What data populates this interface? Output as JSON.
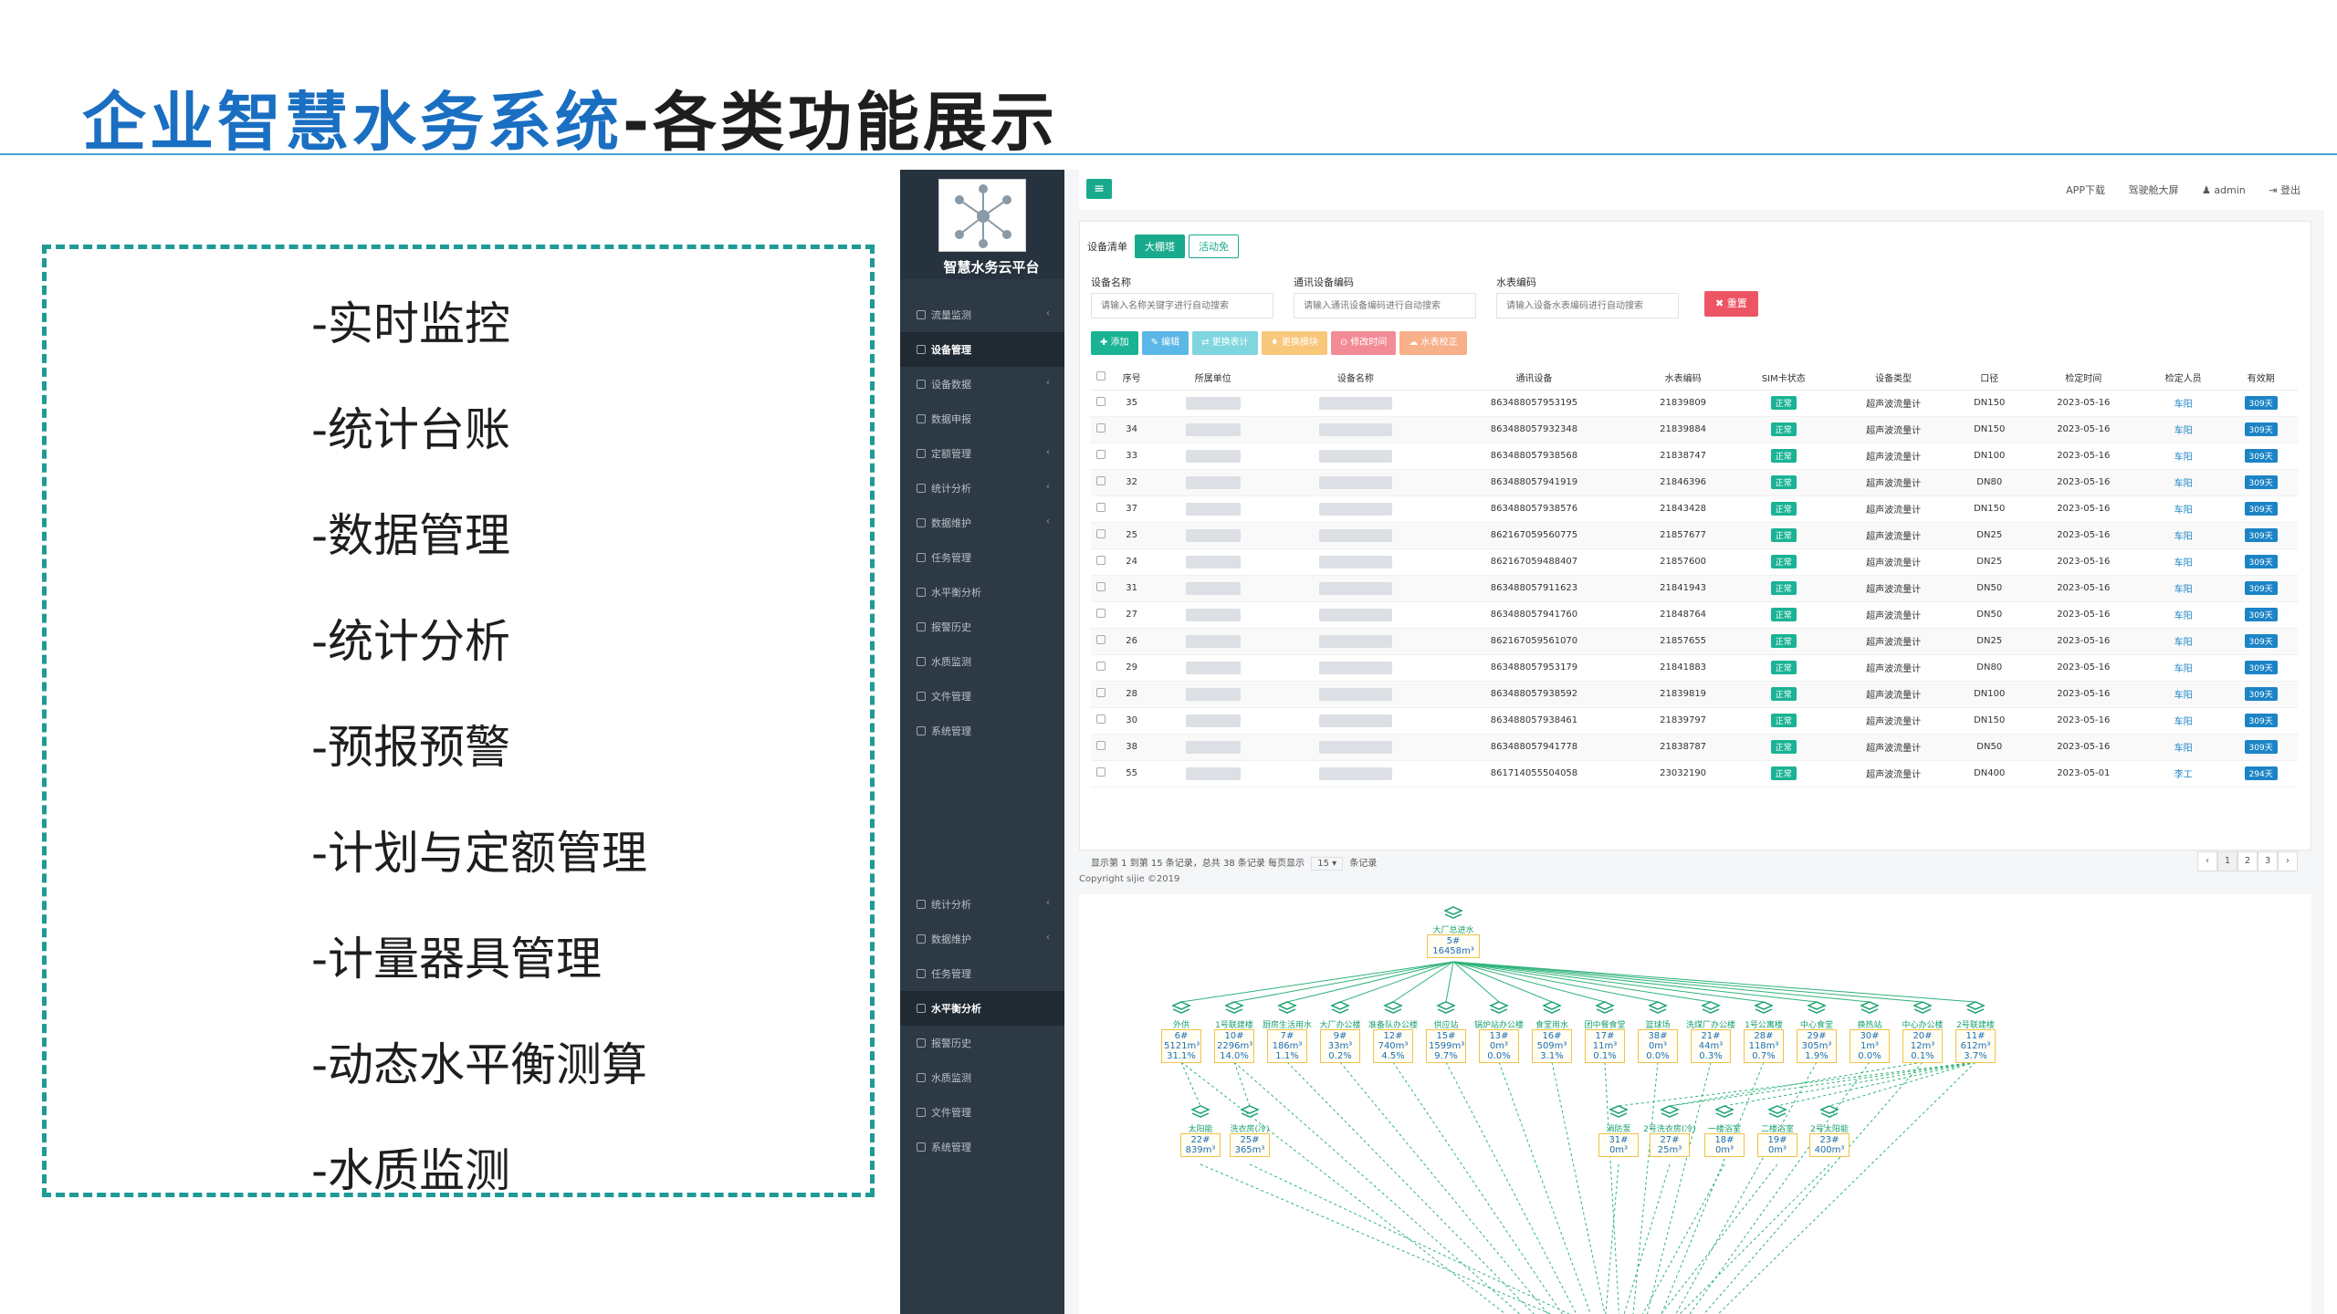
{
  "slide": {
    "title_part1": "企业智慧水务系统",
    "title_part2": "-各类功能展示",
    "features": [
      "-实时监控",
      "-统计台账",
      "-数据管理",
      "-统计分析",
      "-预报预警",
      "-计划与定额管理",
      "-计量器具管理",
      "-动态水平衡测算",
      "-水质监测"
    ]
  },
  "app": {
    "logo_text": "智慧水务云平台",
    "sidebar": [
      {
        "label": "流量监测",
        "chev": "‹"
      },
      {
        "label": "设备管理",
        "chev": "",
        "active": true
      },
      {
        "label": "设备数据",
        "chev": "‹"
      },
      {
        "label": "数据申报",
        "chev": ""
      },
      {
        "label": "定额管理",
        "chev": "‹"
      },
      {
        "label": "统计分析",
        "chev": "‹"
      },
      {
        "label": "数据维护",
        "chev": "‹"
      },
      {
        "label": "任务管理",
        "chev": ""
      },
      {
        "label": "水平衡分析",
        "chev": ""
      },
      {
        "label": "报警历史",
        "chev": ""
      },
      {
        "label": "水质监测",
        "chev": ""
      },
      {
        "label": "文件管理",
        "chev": ""
      },
      {
        "label": "系统管理",
        "chev": ""
      }
    ],
    "sidebar2": [
      {
        "label": "统计分析",
        "chev": "‹"
      },
      {
        "label": "数据维护",
        "chev": "‹"
      },
      {
        "label": "任务管理",
        "chev": ""
      },
      {
        "label": "水平衡分析",
        "chev": "",
        "active": true
      },
      {
        "label": "报警历史",
        "chev": ""
      },
      {
        "label": "水质监测",
        "chev": ""
      },
      {
        "label": "文件管理",
        "chev": ""
      },
      {
        "label": "系统管理",
        "chev": ""
      }
    ],
    "topbar": {
      "menu": "≡",
      "app_download": "APP下载",
      "cockpit": "驾驶舱大屏",
      "user": "admin",
      "logout": "登出"
    },
    "tabs": {
      "label": "设备清单",
      "items": [
        {
          "label": "大棚塔",
          "active": true
        },
        {
          "label": "活动免",
          "active": false
        }
      ]
    },
    "filters": {
      "device_name_label": "设备名称",
      "device_name_placeholder": "请输入名称关键字进行自动搜索",
      "comm_code_label": "通讯设备编码",
      "comm_code_placeholder": "请输入通讯设备编码进行自动搜索",
      "meter_code_label": "水表编码",
      "meter_code_placeholder": "请输入设备水表编码进行自动搜索",
      "reset": "✖ 重置"
    },
    "toolbar": [
      {
        "label": "✚ 添加",
        "color": "#1ab394"
      },
      {
        "label": "✎ 编辑",
        "color": "#5bb7e6"
      },
      {
        "label": "⇄ 更换表计",
        "color": "#7fd6df"
      },
      {
        "label": "♦ 更换模块",
        "color": "#f8c77a"
      },
      {
        "label": "⊙ 修改时间",
        "color": "#f28b96"
      },
      {
        "label": "☁ 水表校正",
        "color": "#f8b08a"
      }
    ],
    "table": {
      "headers": [
        "",
        "序号",
        "所属单位",
        "设备名称",
        "通讯设备",
        "水表编码",
        "SIM卡状态",
        "设备类型",
        "口径",
        "检定时间",
        "检定人员",
        "有效期"
      ],
      "rows": [
        {
          "no": "35",
          "comm": "863488057953195",
          "meter": "21839809",
          "sim": "正常",
          "type": "超声波流量计",
          "dn": "DN150",
          "date": "2023-05-16",
          "person": "车阳",
          "valid": "309天"
        },
        {
          "no": "34",
          "comm": "863488057932348",
          "meter": "21839884",
          "sim": "正常",
          "type": "超声波流量计",
          "dn": "DN150",
          "date": "2023-05-16",
          "person": "车阳",
          "valid": "309天"
        },
        {
          "no": "33",
          "comm": "863488057938568",
          "meter": "21838747",
          "sim": "正常",
          "type": "超声波流量计",
          "dn": "DN100",
          "date": "2023-05-16",
          "person": "车阳",
          "valid": "309天"
        },
        {
          "no": "32",
          "comm": "863488057941919",
          "meter": "21846396",
          "sim": "正常",
          "type": "超声波流量计",
          "dn": "DN80",
          "date": "2023-05-16",
          "person": "车阳",
          "valid": "309天"
        },
        {
          "no": "37",
          "comm": "863488057938576",
          "meter": "21843428",
          "sim": "正常",
          "type": "超声波流量计",
          "dn": "DN150",
          "date": "2023-05-16",
          "person": "车阳",
          "valid": "309天"
        },
        {
          "no": "25",
          "comm": "862167059560775",
          "meter": "21857677",
          "sim": "正常",
          "type": "超声波流量计",
          "dn": "DN25",
          "date": "2023-05-16",
          "person": "车阳",
          "valid": "309天"
        },
        {
          "no": "24",
          "comm": "862167059488407",
          "meter": "21857600",
          "sim": "正常",
          "type": "超声波流量计",
          "dn": "DN25",
          "date": "2023-05-16",
          "person": "车阳",
          "valid": "309天"
        },
        {
          "no": "31",
          "comm": "863488057911623",
          "meter": "21841943",
          "sim": "正常",
          "type": "超声波流量计",
          "dn": "DN50",
          "date": "2023-05-16",
          "person": "车阳",
          "valid": "309天"
        },
        {
          "no": "27",
          "comm": "863488057941760",
          "meter": "21848764",
          "sim": "正常",
          "type": "超声波流量计",
          "dn": "DN50",
          "date": "2023-05-16",
          "person": "车阳",
          "valid": "309天"
        },
        {
          "no": "26",
          "comm": "862167059561070",
          "meter": "21857655",
          "sim": "正常",
          "type": "超声波流量计",
          "dn": "DN25",
          "date": "2023-05-16",
          "person": "车阳",
          "valid": "309天"
        },
        {
          "no": "29",
          "comm": "863488057953179",
          "meter": "21841883",
          "sim": "正常",
          "type": "超声波流量计",
          "dn": "DN80",
          "date": "2023-05-16",
          "person": "车阳",
          "valid": "309天"
        },
        {
          "no": "28",
          "comm": "863488057938592",
          "meter": "21839819",
          "sim": "正常",
          "type": "超声波流量计",
          "dn": "DN100",
          "date": "2023-05-16",
          "person": "车阳",
          "valid": "309天"
        },
        {
          "no": "30",
          "comm": "863488057938461",
          "meter": "21839797",
          "sim": "正常",
          "type": "超声波流量计",
          "dn": "DN150",
          "date": "2023-05-16",
          "person": "车阳",
          "valid": "309天"
        },
        {
          "no": "38",
          "comm": "863488057941778",
          "meter": "21838787",
          "sim": "正常",
          "type": "超声波流量计",
          "dn": "DN50",
          "date": "2023-05-16",
          "person": "车阳",
          "valid": "309天"
        },
        {
          "no": "55",
          "comm": "861714055504058",
          "meter": "23032190",
          "sim": "正常",
          "type": "超声波流量计",
          "dn": "DN400",
          "date": "2023-05-01",
          "person": "李工",
          "valid": "294天"
        }
      ]
    },
    "pager": {
      "info": "显示第 1 到第 15 条记录，总共 38 条记录  每页显示",
      "page_size": "15 ▾",
      "suffix": "条记录",
      "pages": [
        "‹",
        "1",
        "2",
        "3",
        "›"
      ]
    },
    "copyright": "Copyright sijie ©2019",
    "diagram": {
      "root": {
        "name": "大厂总进水",
        "line1": "5#",
        "line2": "16458m³"
      },
      "level1": [
        {
          "name": "外供",
          "l1": "6#",
          "l2": "5121m³",
          "l3": "31.1%"
        },
        {
          "name": "1号联建楼",
          "l1": "10#",
          "l2": "2296m³",
          "l3": "14.0%"
        },
        {
          "name": "厨房生活用水",
          "l1": "7#",
          "l2": "186m³",
          "l3": "1.1%"
        },
        {
          "name": "大厂办公楼",
          "l1": "9#",
          "l2": "33m³",
          "l3": "0.2%"
        },
        {
          "name": "准备队办公楼",
          "l1": "12#",
          "l2": "740m³",
          "l3": "4.5%"
        },
        {
          "name": "供应站",
          "l1": "15#",
          "l2": "1599m³",
          "l3": "9.7%"
        },
        {
          "name": "锅炉站办公楼",
          "l1": "13#",
          "l2": "0m³",
          "l3": "0.0%"
        },
        {
          "name": "食堂用水",
          "l1": "16#",
          "l2": "509m³",
          "l3": "3.1%"
        },
        {
          "name": "团中餐食堂",
          "l1": "17#",
          "l2": "11m³",
          "l3": "0.1%"
        },
        {
          "name": "篮球场",
          "l1": "38#",
          "l2": "0m³",
          "l3": "0.0%"
        },
        {
          "name": "洗煤厂办公楼",
          "l1": "21#",
          "l2": "44m³",
          "l3": "0.3%"
        },
        {
          "name": "1号公寓楼",
          "l1": "28#",
          "l2": "118m³",
          "l3": "0.7%"
        },
        {
          "name": "中心食堂",
          "l1": "29#",
          "l2": "305m³",
          "l3": "1.9%"
        },
        {
          "name": "换热站",
          "l1": "30#",
          "l2": "1m³",
          "l3": "0.0%"
        },
        {
          "name": "中心办公楼",
          "l1": "20#",
          "l2": "12m³",
          "l3": "0.1%"
        },
        {
          "name": "2号联建楼",
          "l1": "11#",
          "l2": "612m³",
          "l3": "3.7%"
        }
      ],
      "level2": [
        {
          "name": "太阳能",
          "l1": "22#",
          "l2": "839m³"
        },
        {
          "name": "洗衣房(冷)",
          "l1": "25#",
          "l2": "365m³"
        },
        {
          "name": "消防泵",
          "l1": "31#",
          "l2": "0m³"
        },
        {
          "name": "2号洗衣房(冷)",
          "l1": "27#",
          "l2": "25m³"
        },
        {
          "name": "一楼浴室",
          "l1": "18#",
          "l2": "0m³"
        },
        {
          "name": "二楼浴室",
          "l1": "19#",
          "l2": "0m³"
        },
        {
          "name": "2号太阳能",
          "l1": "23#",
          "l2": "400m³"
        }
      ]
    }
  }
}
